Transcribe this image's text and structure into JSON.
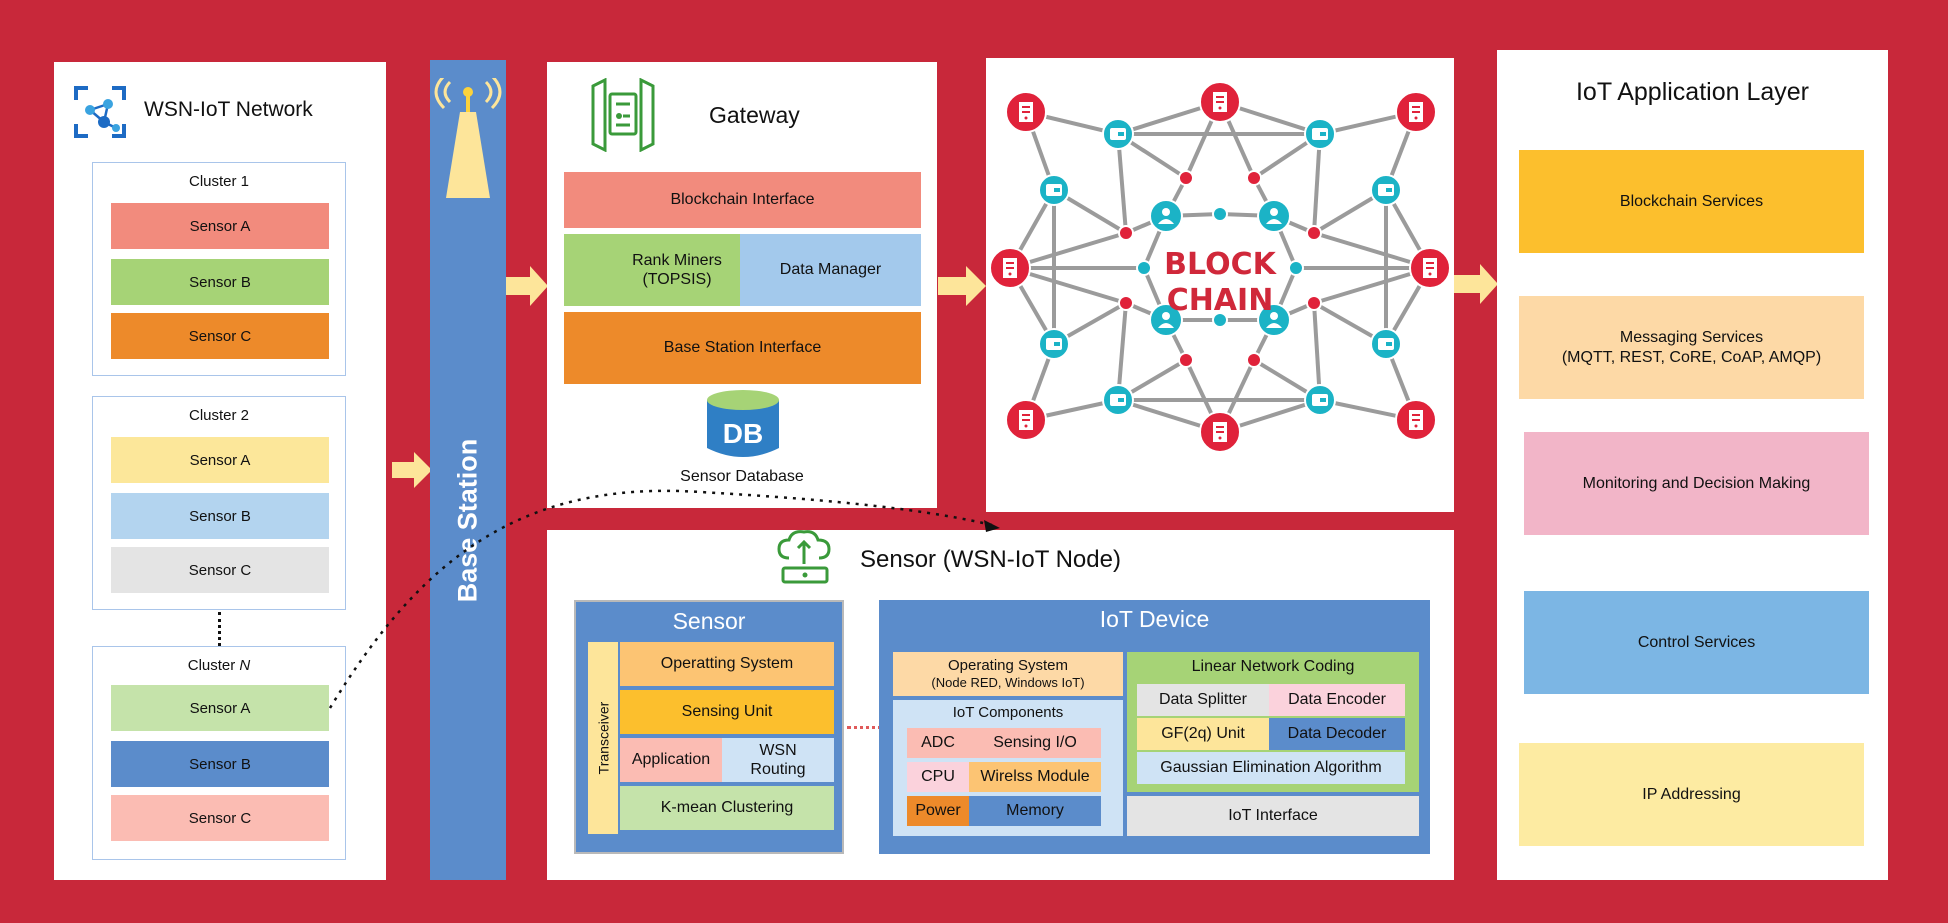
{
  "wsn": {
    "title": "WSN-IoT Network",
    "clusters": [
      {
        "title": "Cluster  1",
        "sensors": [
          "Sensor A",
          "Sensor B",
          "Sensor C"
        ]
      },
      {
        "title": "Cluster  2",
        "sensors": [
          "Sensor A",
          "Sensor B",
          "Sensor C"
        ]
      },
      {
        "title": "Cluster ",
        "title_italic": "N",
        "sensors": [
          "Sensor A",
          "Sensor B",
          "Sensor C"
        ]
      }
    ]
  },
  "base_station": {
    "label": "Base Station"
  },
  "gateway": {
    "title": "Gateway",
    "blockchain_interface": "Blockchain Interface",
    "rank_miners": "Rank Miners",
    "topsis": "(TOPSIS)",
    "data_manager": "Data Manager",
    "base_station_interface": "Base Station Interface",
    "db_icon_text": "DB",
    "sensor_database": "Sensor Database"
  },
  "blockchain": {
    "line1": "BLOCK",
    "line2": "CHAIN"
  },
  "node": {
    "title": "Sensor (WSN-IoT Node)",
    "sensor": {
      "title": "Sensor",
      "transceiver": "Transceiver",
      "operating_system": "Operatting System",
      "sensing_unit": "Sensing Unit",
      "application": "Application",
      "wsn_routing_1": "WSN",
      "wsn_routing_2": "Routing",
      "kmean": "K-mean Clustering"
    },
    "iot": {
      "title": "IoT Device",
      "os_line1": "Operating System",
      "os_line2": "(Node RED, Windows IoT)",
      "components_title": "IoT Components",
      "adc": "ADC",
      "sensing_io": "Sensing I/O",
      "cpu": "CPU",
      "wireless": "Wirelss Module",
      "power": "Power",
      "memory": "Memory",
      "lnc_title": "Linear Network Coding",
      "data_splitter": "Data Splitter",
      "data_encoder": "Data Encoder",
      "gf_unit": "GF(2q) Unit",
      "data_decoder": "Data Decoder",
      "gaussian": "Gaussian Elimination Algorithm",
      "iot_interface": "IoT Interface"
    }
  },
  "app": {
    "title": "IoT Application Layer",
    "blockchain_services": "Blockchain Services",
    "messaging_1": "Messaging Services",
    "messaging_2": "(MQTT, REST, CoRE, CoAP, AMQP)",
    "monitoring": "Monitoring and Decision Making",
    "control": "Control Services",
    "ip": "IP Addressing"
  },
  "colors": {
    "background": "#c8283a",
    "salmon": "#f28b7d",
    "green": "#a6d376",
    "orange": "#ed8a2a",
    "yellow": "#fce79a",
    "light_blue": "#b3d4ef",
    "grey": "#e4e4e4",
    "light_green": "#c5e3aa",
    "blue": "#5b8ccb",
    "pink": "#fbbcb3",
    "amber": "#fcbf2d",
    "peach": "#fdd9a6",
    "rose": "#f2b5c8",
    "sky": "#7cb6e4",
    "pale_yellow": "#fdeba2"
  }
}
